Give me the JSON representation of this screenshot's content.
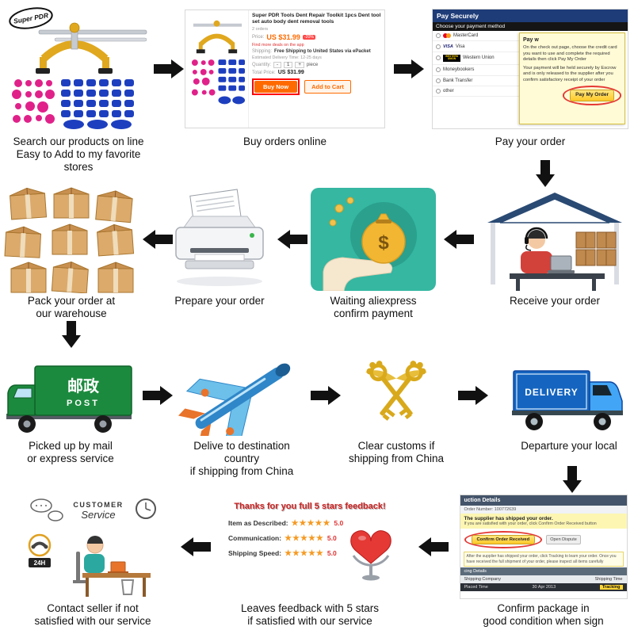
{
  "colors": {
    "arrow": "#111111",
    "accent_orange": "#ff6a00",
    "highlight_red": "#e53935",
    "tool_gold": "#e0a81e",
    "money_teal": "#35b7a2",
    "post_green": "#1c8a3e",
    "delivery_blue": "#1565c0",
    "star_orange": "#f59a23"
  },
  "captions": {
    "s1a": "Search our products on line",
    "s1b": "Easy to Add to my favorite stores",
    "s2": "Buy orders online",
    "s3": "Pay your order",
    "s4": "Receive your order",
    "s5a": "Waiting aliexpress",
    "s5b": "confirm payment",
    "s6": "Prepare your order",
    "s7a": "Pack your order at",
    "s7b": "our warehouse",
    "s8a": "Picked up by mail",
    "s8b": "or express service",
    "s9a": "Delive to destination country",
    "s9b": "if shipping from China",
    "s10a": "Clear customs if",
    "s10b": "shipping from China",
    "s11": "Departure your local",
    "s12a": "Confirm package in",
    "s12b": "good condition when sign",
    "s13a": "Leaves feedback with 5 stars",
    "s13b": "if satisfied with our service",
    "s14a": "Contact seller if not",
    "s14b": "satisfied with our service"
  },
  "logo": {
    "brand": "Super PDR"
  },
  "buy": {
    "title": "Super PDR Tools Dent Repair Toolkit 1pcs Dent tool set auto body dent removal tools",
    "orders": "2 orders",
    "price_label": "Price:",
    "price": "US $31.99",
    "discount": "-20%",
    "deals": "Find more deals on the app",
    "shipping_label": "Shipping:",
    "shipping_value": "Free Shipping to United States via ePacket",
    "delivery_time": "Estimated Delivery Time: 12-25 days",
    "qty_label": "Quantity:",
    "qty_minus": "-",
    "qty_value": "1",
    "qty_plus": "+",
    "qty_unit": "piece",
    "total_label": "Total Price:",
    "total_value": "US $31.99",
    "buy_now": "Buy Now",
    "add_cart": "Add to Cart"
  },
  "payment": {
    "header": "Pay Securely",
    "choose": "Choose your payment method",
    "methods": [
      "MasterCard",
      "Visa",
      "Western Union",
      "Moneybookers",
      "Bank Transfer",
      "other"
    ],
    "visa_logo": "VISA",
    "wu_logo": "WESTERN UNION",
    "panel_title": "Pay w",
    "tip1": "On the check out page, choose the credit card you want to use and complete the required details then click Pay My Order",
    "tip2": "Your payment will be held securely by Escrow and is only released to the supplier after you confirm satisfactory receipt of your order",
    "pay_btn": "Pay My Order"
  },
  "confirm": {
    "header": "uction Details",
    "order_label": "Order Number:",
    "order_no": "100772639",
    "shipped": "The supplier has shipped your order.",
    "shipped_sub": "If you are satisfied with your order, click Confirm Order Received button",
    "confirm_btn": "Confirm Order Received",
    "dispute_btn": "Open Dispute",
    "tip": "After the supplier has shipped your order, click Tracking to learn your order. Once you have received the full shipment of your order, please inspect all items carefully",
    "t_head": "cing Details",
    "t_c1": "Shipping Company",
    "t_c2": "Shipping Time",
    "t_d1": "Placed Time",
    "t_d2": "30 Apr 2013",
    "track": "Tracking"
  },
  "feedback": {
    "title": "Thanks for you full 5 stars feedback!",
    "stars": "★★★★★",
    "rows": [
      {
        "label": "Item as Described:",
        "score": "5.0"
      },
      {
        "label": "Communication:",
        "score": "5.0"
      },
      {
        "label": "Shipping Speed:",
        "score": "5.0"
      }
    ]
  },
  "service": {
    "customer": "CUSTOMER",
    "service": "Service",
    "h24": "24H"
  },
  "vehicles": {
    "post_cn": "邮政",
    "post_en": "POST",
    "delivery": "DELIVERY"
  },
  "misc": {
    "dollar": "$"
  }
}
